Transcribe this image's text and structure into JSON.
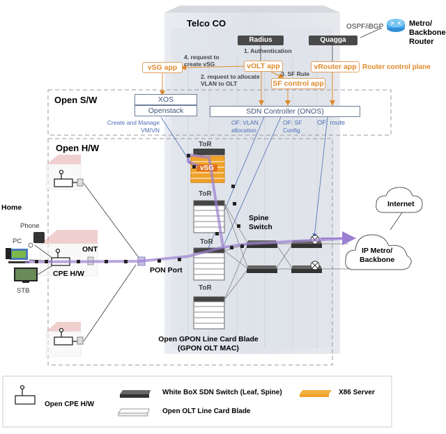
{
  "title": "Telco CO",
  "colors": {
    "accent_orange": "#e08a2c",
    "dark_box": "#4a4a4a",
    "sdn_blue": "#3f5378",
    "of_blue": "#4a6cb5",
    "flow_purple": "#9b7fd0",
    "building_gray": "#e6e8ec"
  },
  "top": {
    "radius": "Radius",
    "quagga": "Quagga",
    "ospf": "OSPF/iBGP",
    "router_label": "Metro/\nBackbone\nRouter",
    "router_line1": "Metro/",
    "router_line2": "Backbone",
    "router_line3": "Router"
  },
  "apps": {
    "vsg_app": "vSG app",
    "volt_app": "vOLT app",
    "vrouter_app": "vRouter app",
    "sf_control_app": "SF control app",
    "router_control_plane": "Router control plane"
  },
  "steps": {
    "step1": "1. Authentication",
    "step2_line1": "2. request to allocate",
    "step2_line2": "VLAN to OLT",
    "step3": "3. SF Rule",
    "step4_line1": "4. request to",
    "step4_line2": "create vSG"
  },
  "open_sw": {
    "label": "Open S/W",
    "xos": "XOS",
    "openstack": "Openstack",
    "sdn_controller": "SDN Controller (ONOS)",
    "create_manage_line1": "Create and Manage",
    "create_manage_line2": "VM/VN",
    "of_vlan_line1": "OF: VLAN",
    "of_vlan_line2": "allocation",
    "of_sf_line1": "OF: SF",
    "of_sf_line2": "Config.",
    "of_route": "OF: route"
  },
  "open_hw": {
    "label": "Open H/W",
    "tor": "ToR",
    "vsg": "vSG",
    "spine_line1": "Spine",
    "spine_line2": "Switch",
    "pon_port": "PON Port",
    "gpon_line1": "Open GPON Line Card Blade",
    "gpon_line2": "(GPON OLT MAC)"
  },
  "home": {
    "label": "Home",
    "phone": "Phone",
    "pc": "PC",
    "ont": "ONT",
    "cpe": "CPE H/W",
    "stb": "STB"
  },
  "clouds": {
    "internet": "Internet",
    "ip_metro_line1": "IP Metro/",
    "ip_metro_line2": "Backbone"
  },
  "legend": {
    "open_cpe": "Open CPE H/W",
    "white_box": "White BoX SDN Switch (Leaf, Spine)",
    "open_olt": "Open OLT Line Card Blade",
    "x86": "X86 Server"
  }
}
